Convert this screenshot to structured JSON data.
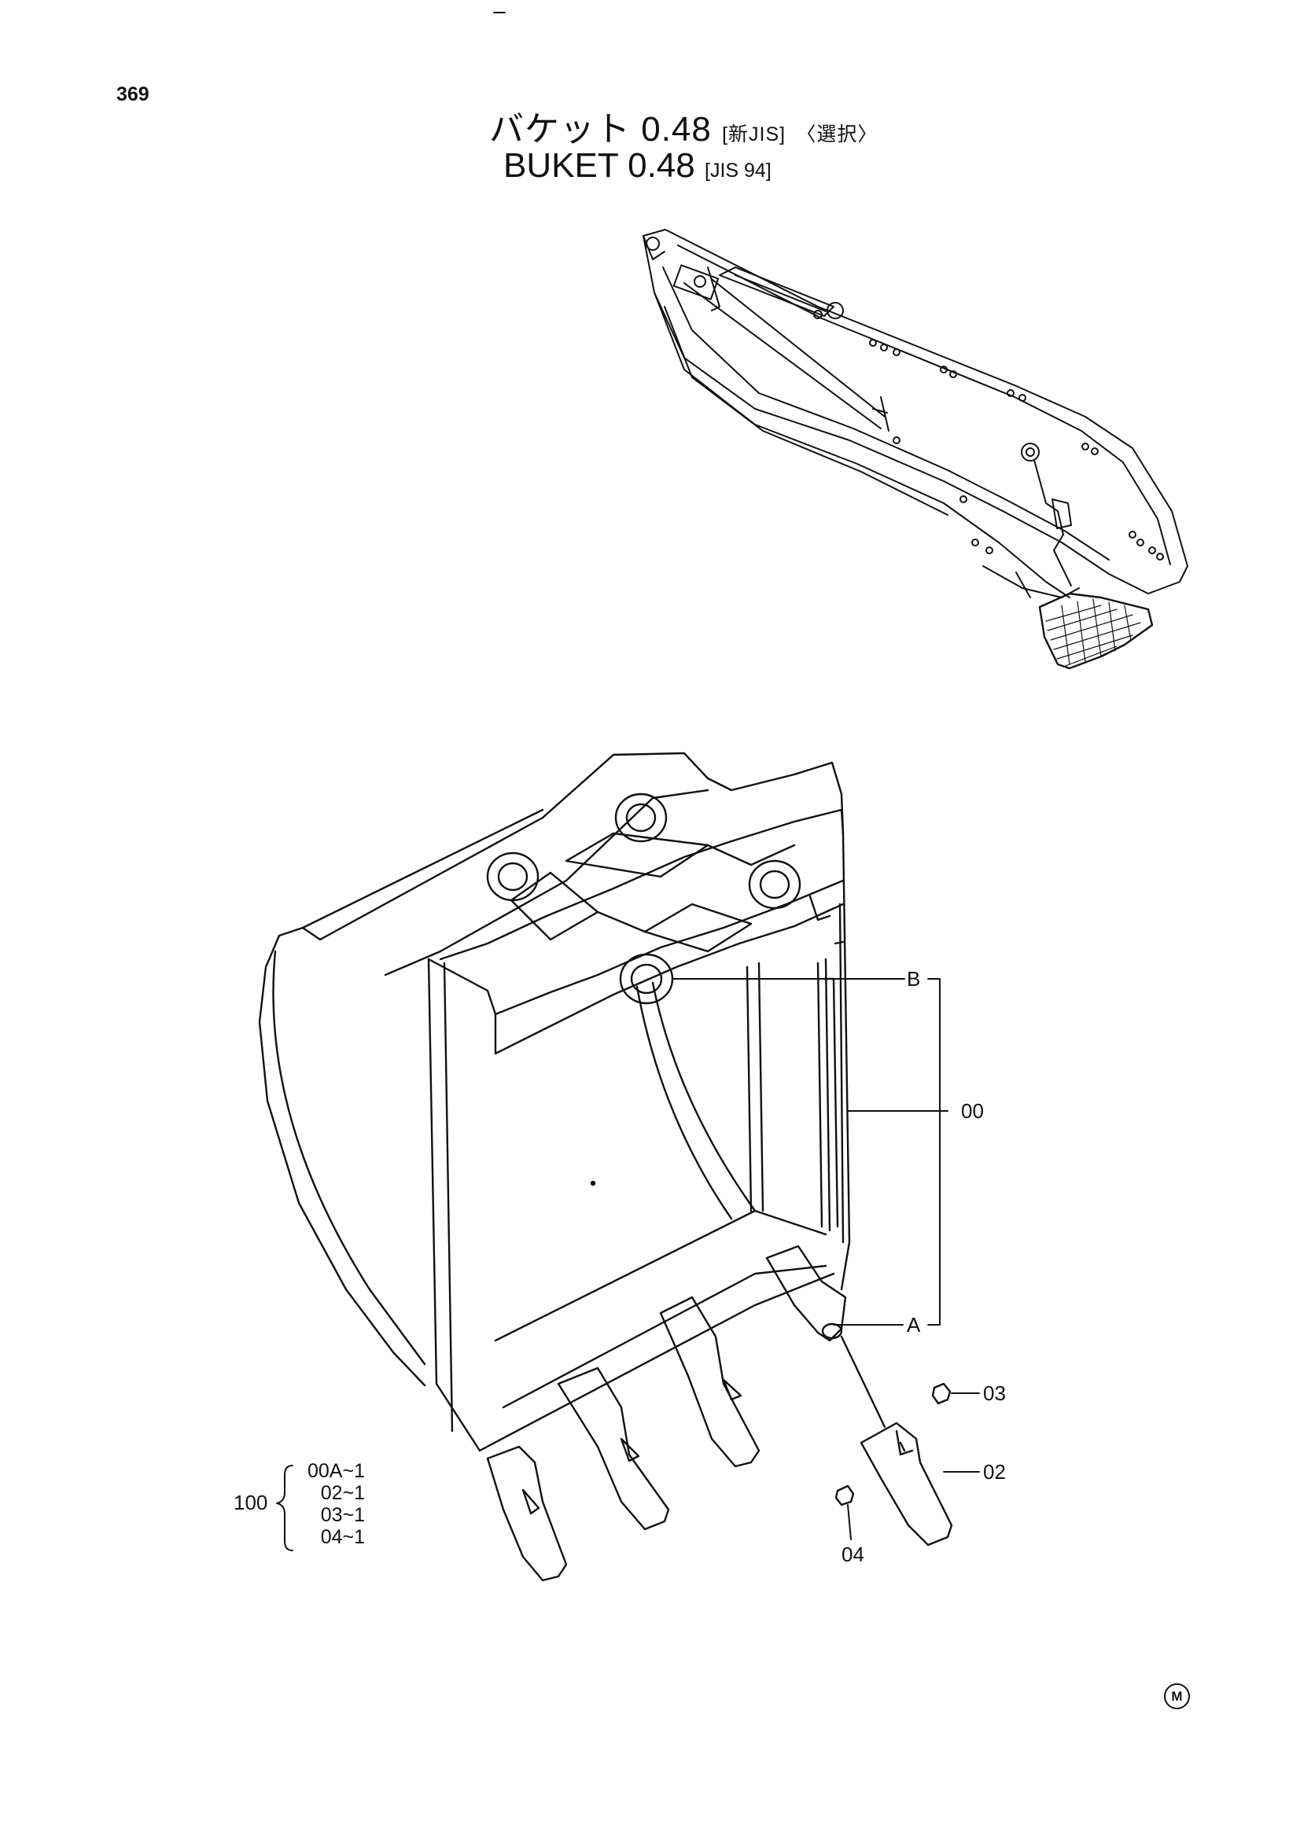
{
  "header": {
    "page_number": "369",
    "title_jp_main": "バケット 0.48",
    "title_jp_spec": "[新JIS]",
    "title_jp_option": "〈選択〉",
    "title_en_main": "BUKET 0.48",
    "title_en_spec": "[JIS 94]"
  },
  "callouts": {
    "point_b": "B",
    "point_a": "A",
    "bucket_assembly": "00",
    "lock_pin": "03",
    "tooth_point": "02",
    "lock_washer": "04"
  },
  "kit": {
    "number": "100",
    "items": [
      "00A~1",
      "02~1",
      "03~1",
      "04~1"
    ]
  },
  "manufacturer_mark": "M"
}
